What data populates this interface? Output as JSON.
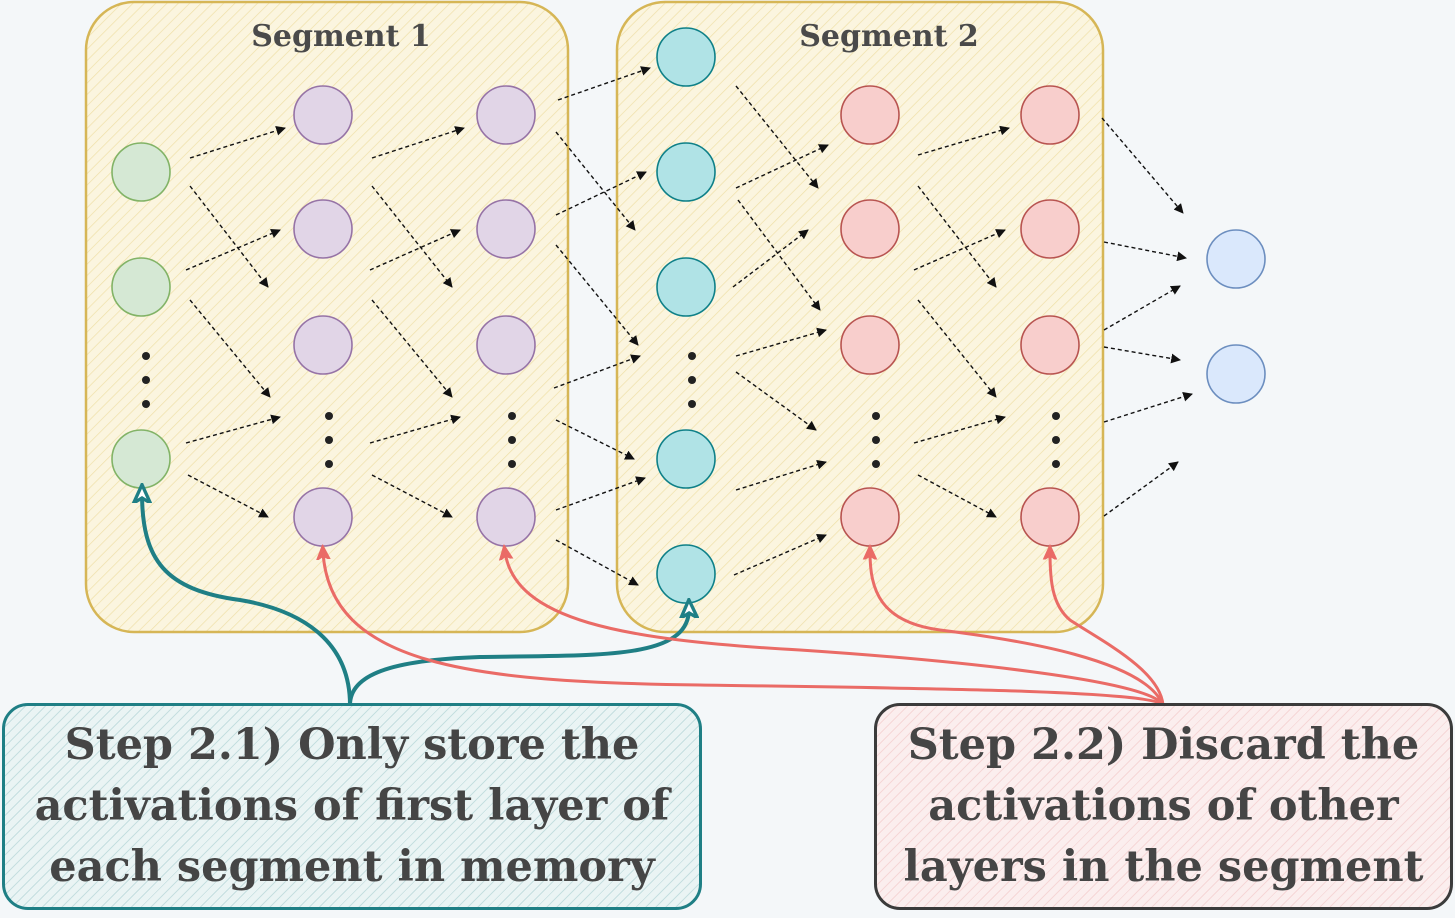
{
  "segments": [
    {
      "title": "Segment 1"
    },
    {
      "title": "Segment 2"
    }
  ],
  "captions": {
    "store": {
      "lines": [
        "Step 2.1) Only store the",
        "activations of first layer of",
        "each segment in memory"
      ]
    },
    "discard": {
      "lines": [
        "Step 2.2) Discard the",
        "activations of other",
        "layers in the segment"
      ]
    }
  },
  "colors": {
    "input_nodes": "#d5e8d4",
    "input_stroke": "#82b366",
    "segment1_nodes": "#e1d5e7",
    "segment1_stroke": "#9673a6",
    "segment2_first_nodes": "#b0e3e6",
    "segment2_first_stroke": "#0e8088",
    "segment2_other_nodes": "#f8cecc",
    "segment2_other_stroke": "#b85450",
    "output_nodes": "#dae8fc",
    "output_stroke": "#6c8ebf",
    "store_arrow": "#1f7f85",
    "discard_arrow": "#ea6b66",
    "segment_box_fill": "#fbf3d8",
    "segment_box_stroke": "#d6b656"
  }
}
